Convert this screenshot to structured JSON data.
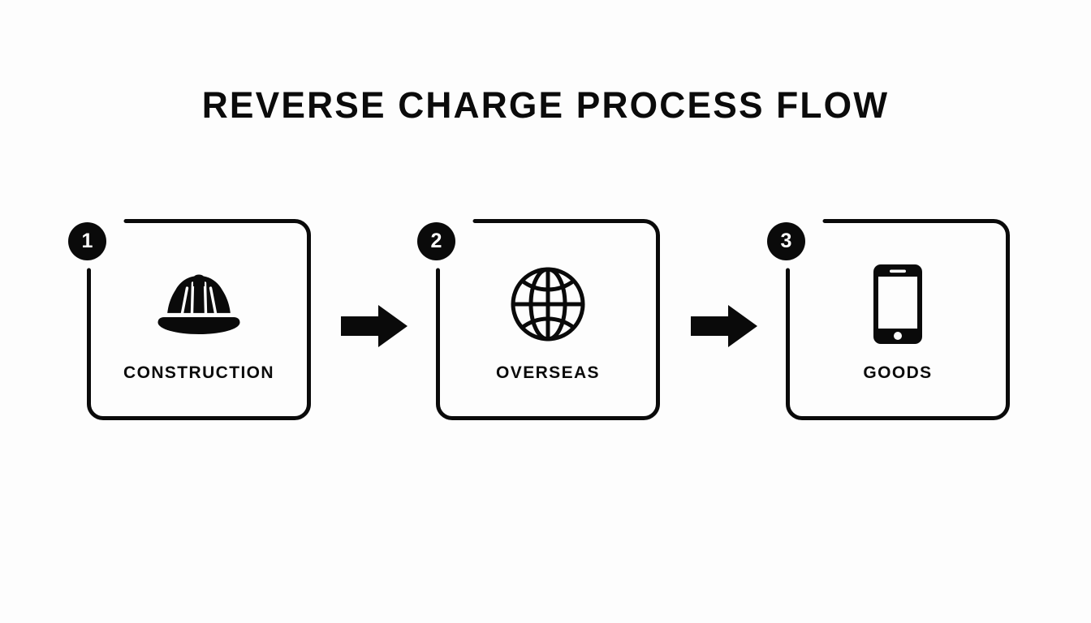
{
  "page": {
    "background_color": "#fdfdfd",
    "ink_color": "#0a0a0a",
    "title": "REVERSE CHARGE PROCESS FLOW"
  },
  "flow": {
    "steps": [
      {
        "number": "1",
        "label": "CONSTRUCTION",
        "icon": "hard-hat-icon"
      },
      {
        "number": "2",
        "label": "OVERSEAS",
        "icon": "globe-icon"
      },
      {
        "number": "3",
        "label": "GOODS",
        "icon": "smartphone-icon"
      }
    ],
    "connectors": [
      {
        "icon": "arrow-right-icon"
      },
      {
        "icon": "arrow-right-icon"
      }
    ]
  }
}
